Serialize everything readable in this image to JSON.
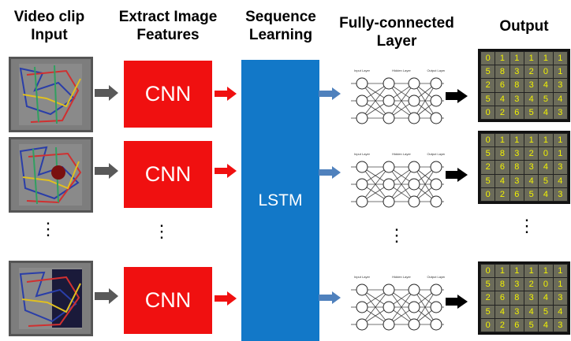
{
  "headers": {
    "input": "Video clip\nInput",
    "features": "Extract Image\nFeatures",
    "sequence": "Sequence\nLearning",
    "fc": "Fully-connected\nLayer",
    "output": "Output"
  },
  "cnn_label": "CNN",
  "lstm_label": "LSTM",
  "nn_labels": {
    "input_layer": "Input Layer",
    "hidden_layer": "Hidden Layer",
    "output_layer": "Output Layer"
  },
  "dots": "⋮",
  "output_grid": [
    [
      "0",
      "1",
      "1",
      "1",
      "1",
      "1"
    ],
    [
      "5",
      "8",
      "3",
      "2",
      "0",
      "1"
    ],
    [
      "2",
      "6",
      "8",
      "3",
      "4",
      "3"
    ],
    [
      "5",
      "4",
      "3",
      "4",
      "5",
      "4"
    ],
    [
      "0",
      "2",
      "6",
      "5",
      "4",
      "3"
    ]
  ],
  "colors": {
    "cnn": "#f01010",
    "lstm": "#1278c8",
    "arrow_blue": "#4f81bd",
    "arrow_gray": "#595959",
    "grid_text": "#f2f200"
  }
}
